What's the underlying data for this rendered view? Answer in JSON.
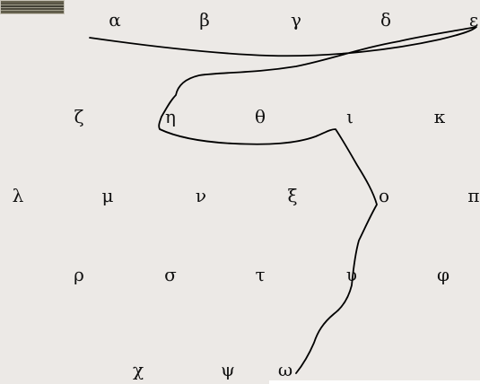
{
  "grid": {
    "rows": [
      [
        "α",
        "β",
        "γ",
        "δ",
        "ε"
      ],
      [
        "ζ",
        "η",
        "θ",
        "ι",
        "κ"
      ],
      [
        "λ",
        "μ",
        "ν",
        "ξ",
        "ο",
        "π"
      ],
      [
        "ρ",
        "σ",
        "τ",
        "υ",
        "φ"
      ],
      [
        "χ",
        "ψ",
        "ω"
      ]
    ]
  },
  "trace": {
    "stroke_color": "#000000",
    "path_through": [
      "ε",
      "η",
      "ι",
      "ο",
      "υ",
      "ω"
    ]
  },
  "thumbnail": {
    "icon": "photo-thumbnail-icon"
  },
  "colors": {
    "background": "#ece9e6",
    "text": "#111111",
    "panel": "#ffffff"
  }
}
